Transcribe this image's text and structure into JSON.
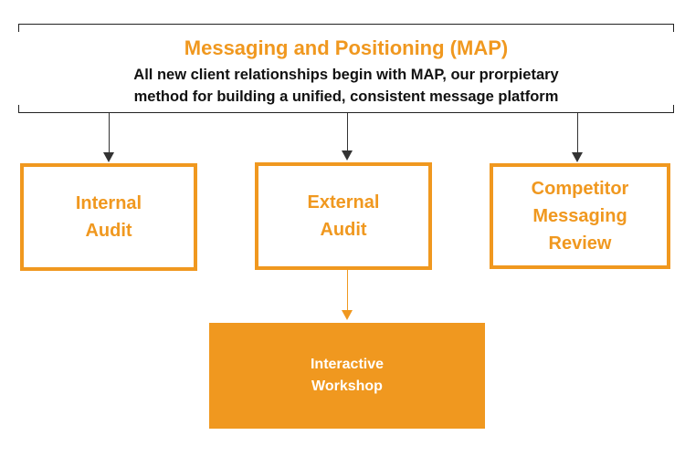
{
  "header": {
    "title": "Messaging and Positioning (MAP)",
    "subtitle_line1": "All new client relationships begin with MAP, our prorpietary",
    "subtitle_line2": "method for building a unified, consistent message platform"
  },
  "nodes": {
    "internal_audit": "Internal\nAudit",
    "external_audit": "External\nAudit",
    "competitor_review": "Competitor\nMessaging\nReview",
    "interactive_workshop": "Interactive\nWorkshop"
  },
  "colors": {
    "accent": "#f0981f",
    "text": "#111111",
    "line": "#333333"
  }
}
